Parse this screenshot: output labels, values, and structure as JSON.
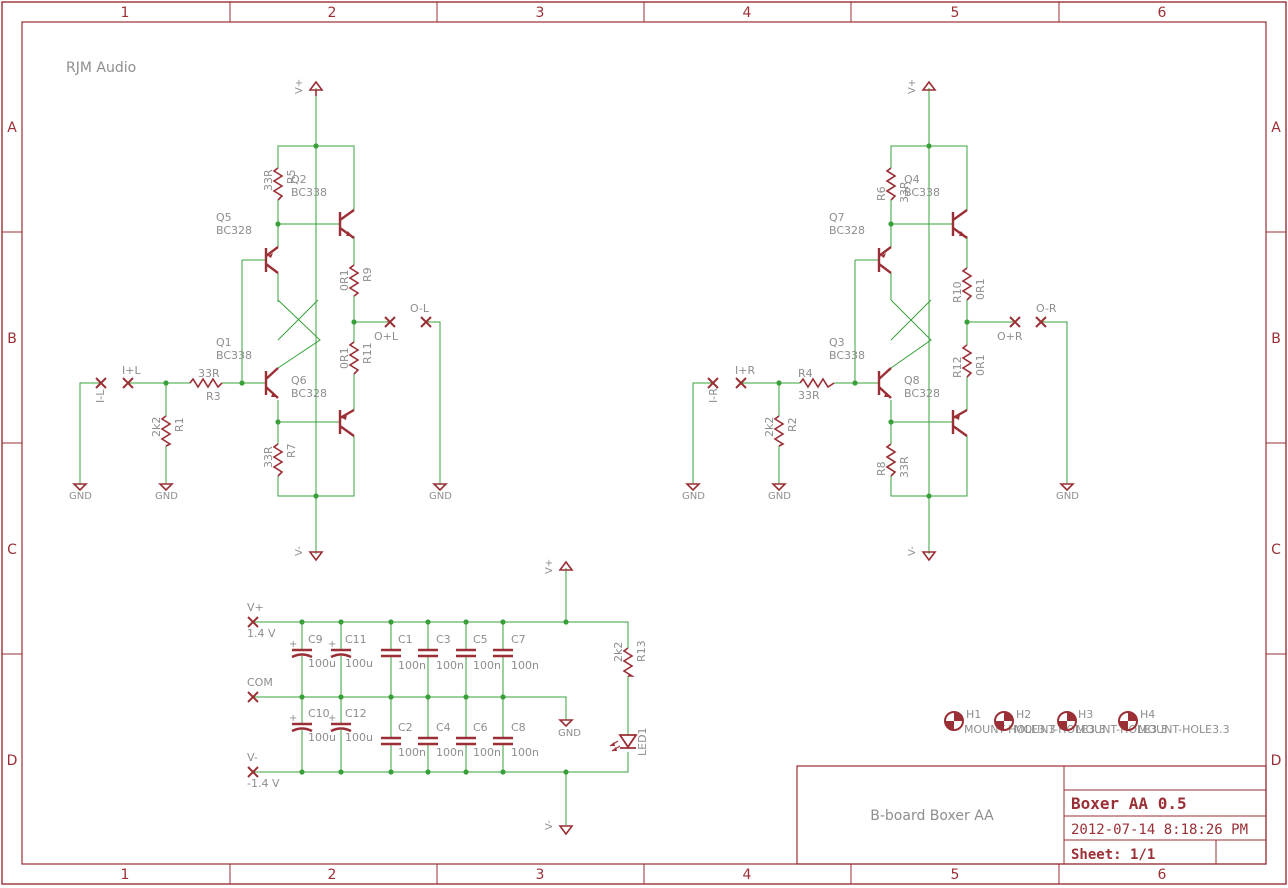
{
  "frame": {
    "columns": [
      "1",
      "2",
      "3",
      "4",
      "5",
      "6"
    ],
    "rows": [
      "A",
      "B",
      "C",
      "D"
    ]
  },
  "company": "RJM Audio",
  "title_block": {
    "project": "B-board Boxer AA",
    "title": "Boxer AA 0.5",
    "date": "2012-07-14 8:18:26 PM",
    "sheet": "Sheet: 1/1"
  },
  "colors": {
    "symbol": "#9a2f35",
    "wire": "#38a038",
    "label": "#8e8e8e"
  },
  "left": {
    "q2": {
      "name": "Q2",
      "value": "BC338"
    },
    "q5": {
      "name": "Q5",
      "value": "BC328"
    },
    "q1": {
      "name": "Q1",
      "value": "BC338"
    },
    "q6": {
      "name": "Q6",
      "value": "BC328"
    },
    "r5": {
      "name": "R5",
      "value": "33R"
    },
    "r9": {
      "name": "R9",
      "value": "0R1"
    },
    "r11": {
      "name": "R11",
      "value": "0R1"
    },
    "r7": {
      "name": "R7",
      "value": "33R"
    },
    "r3": {
      "name": "R3",
      "value": "33R"
    },
    "r1": {
      "name": "R1",
      "value": "2k2"
    },
    "in_plus": "I+L",
    "in_minus": "I-L",
    "out_plus": "O+L",
    "out_minus": "O-L",
    "vplus": "V+",
    "vminus": "V-",
    "gnd": [
      "GND",
      "GND",
      "GND"
    ]
  },
  "right": {
    "q4": {
      "name": "Q4",
      "value": "BC338"
    },
    "q7": {
      "name": "Q7",
      "value": "BC328"
    },
    "q3": {
      "name": "Q3",
      "value": "BC338"
    },
    "q8": {
      "name": "Q8",
      "value": "BC328"
    },
    "r6": {
      "name": "R6",
      "value": "33R"
    },
    "r10": {
      "name": "R10",
      "value": "0R1"
    },
    "r12": {
      "name": "R12",
      "value": "0R1"
    },
    "r8": {
      "name": "R8",
      "value": "33R"
    },
    "r4": {
      "name": "R4",
      "value": "33R"
    },
    "r2": {
      "name": "R2",
      "value": "2k2"
    },
    "in_plus": "I+R",
    "in_minus": "I-R",
    "out_plus": "O+R",
    "out_minus": "O-R",
    "vplus": "V+",
    "vminus": "V-",
    "gnd": [
      "GND",
      "GND",
      "GND"
    ]
  },
  "supply": {
    "vplus": "V+",
    "vplus_value": "1.4 V",
    "com": "COM",
    "vminus": "V-",
    "vminus_value": "-1.4 V",
    "vplus_port": "V+",
    "vminus_port": "V-",
    "gnd": "GND",
    "c9": {
      "name": "C9",
      "value": "100u"
    },
    "c11": {
      "name": "C11",
      "value": "100u"
    },
    "c10": {
      "name": "C10",
      "value": "100u"
    },
    "c12": {
      "name": "C12",
      "value": "100u"
    },
    "c1": {
      "name": "C1",
      "value": "100n"
    },
    "c3": {
      "name": "C3",
      "value": "100n"
    },
    "c5": {
      "name": "C5",
      "value": "100n"
    },
    "c7": {
      "name": "C7",
      "value": "100n"
    },
    "c2": {
      "name": "C2",
      "value": "100n"
    },
    "c4": {
      "name": "C4",
      "value": "100n"
    },
    "c6": {
      "name": "C6",
      "value": "100n"
    },
    "c8": {
      "name": "C8",
      "value": "100n"
    },
    "r13": {
      "name": "R13",
      "value": "2k2"
    },
    "led1": {
      "name": "LED1"
    }
  },
  "holes": [
    {
      "name": "H1",
      "value": "MOUNT-HOLE3.3"
    },
    {
      "name": "H2",
      "value": "MOUNT-HOLE3.3"
    },
    {
      "name": "H3",
      "value": "MOUNT-HOLE3.3"
    },
    {
      "name": "H4",
      "value": "MOUNT-HOLE3.3"
    }
  ]
}
